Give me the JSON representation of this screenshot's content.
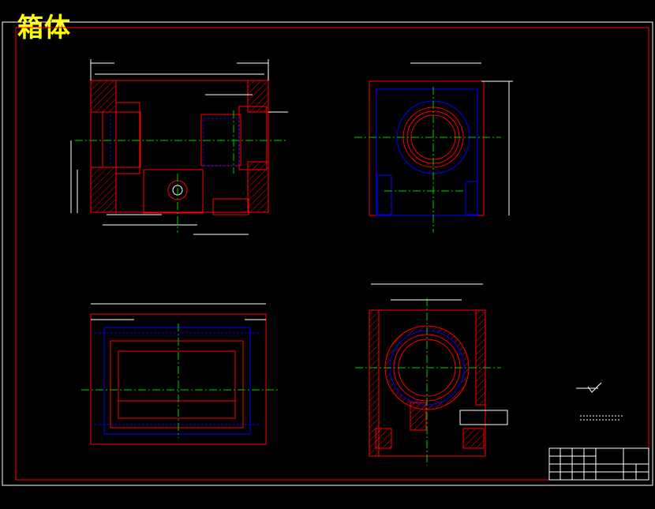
{
  "drawing": {
    "title": "箱体",
    "colors": {
      "background": "#000000",
      "outline": "#ff0000",
      "hidden": "#0000ff",
      "centerline": "#00cc00",
      "dimension": "#ffffff",
      "title_text": "#ffff00",
      "hatch": "#ff0000"
    },
    "views": [
      "front-section-view",
      "right-side-view",
      "top-view",
      "section-view"
    ]
  }
}
